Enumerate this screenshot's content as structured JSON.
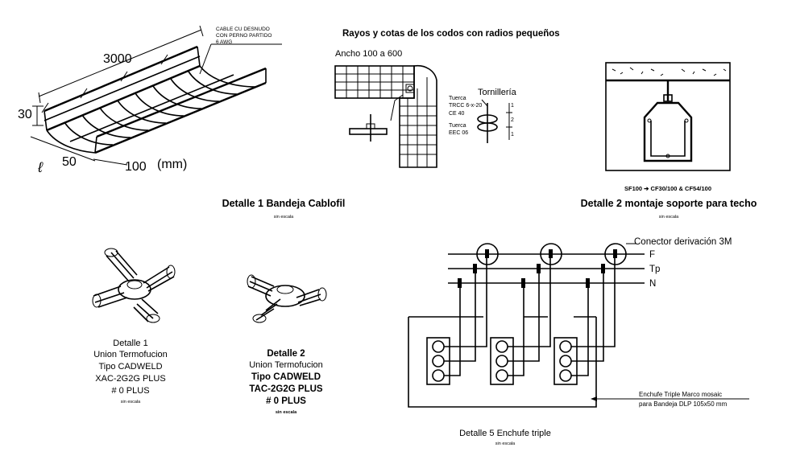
{
  "detail1_tray": {
    "cable_note": [
      "CABLE CU DESNUDO",
      "CON PERNO PARTIDO",
      "6 AWG"
    ],
    "length": "3000",
    "height": "30",
    "depth": "50",
    "width": "100",
    "unit": "(mm)",
    "ell": "ℓ",
    "title": "Detalle 1 Bandeja Cablofil",
    "scale": "sin escala"
  },
  "elbows": {
    "heading": "Rayos y cotas de los codos con radios pequeños",
    "width_range": "Ancho 100 a 600",
    "hardware_label": "Tornillería",
    "nut1": [
      "Tuerca",
      "TRCC 6-x-20",
      "CE 40"
    ],
    "nut2": [
      "Tuerca",
      "EEC 06"
    ],
    "callouts": [
      "1",
      "2",
      "1"
    ]
  },
  "detail2_mount": {
    "models": "SF100 ➔ CF30/100 & CF54/100",
    "title": "Detalle 2 montaje soporte para techo",
    "scale": "sin escala"
  },
  "weld1": {
    "lines": [
      "Detalle 1",
      "Union Termofucion",
      "Tipo CADWELD",
      "XAC-2G2G PLUS",
      "# 0 PLUS"
    ],
    "scale": "sin escala"
  },
  "weld2": {
    "lines": [
      "Detalle 2",
      "Union Termofucion",
      "Tipo CADWELD",
      "TAC-2G2G PLUS",
      "# 0 PLUS"
    ],
    "scale": "sin escala"
  },
  "detail5": {
    "connector": "Conector derivación 3M",
    "lines": [
      "F",
      "Tp",
      "N"
    ],
    "note": [
      "Enchufe Triple Marco mosaic",
      "para Bandeja DLP 105x50 mm"
    ],
    "title": "Detalle 5 Enchufe triple",
    "scale": "sin escala"
  }
}
